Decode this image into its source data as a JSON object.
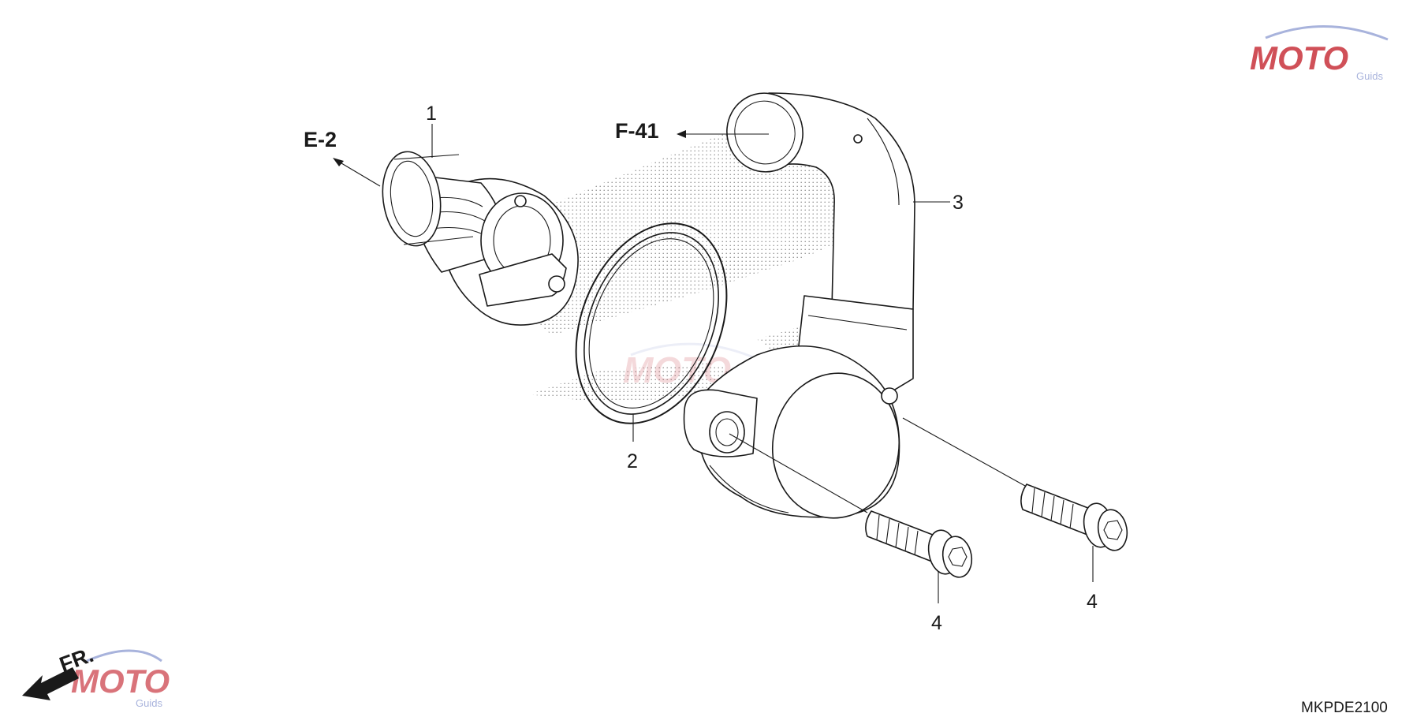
{
  "callouts": {
    "thermostat": "1",
    "o_ring": "2",
    "water_pipe": "3",
    "bolt_left": "4",
    "bolt_right": "4"
  },
  "refs": {
    "e2": "E-2",
    "f41": "F-41",
    "front": "FR."
  },
  "diagram_code": "MKPDE2100",
  "watermark": {
    "brand": "MOTO",
    "sub": "Guids",
    "colors": [
      "#c8323c",
      "#9aa6d6"
    ]
  },
  "colors": {
    "line": "#1a1a1a",
    "background": "#ffffff"
  }
}
